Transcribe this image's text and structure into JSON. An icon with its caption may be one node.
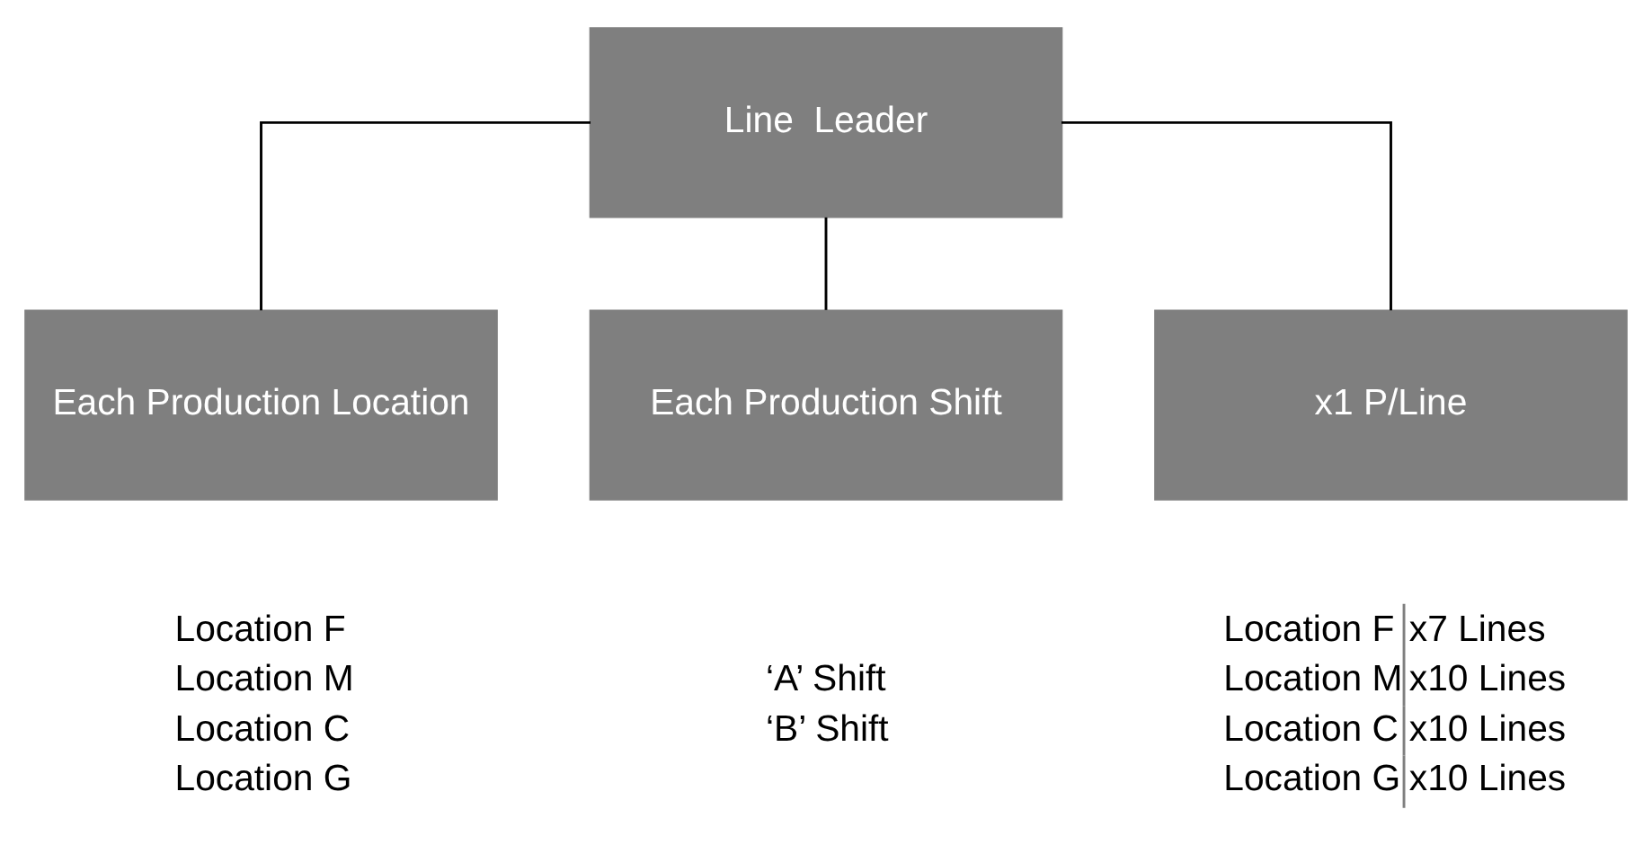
{
  "diagram": {
    "nodes": [
      {
        "text": [
          "Line  Leader"
        ]
      },
      {
        "text": [
          "Each Production Location"
        ],
        "beside": [
          "Location F",
          "Location M",
          "Location C",
          "Location G"
        ]
      },
      {
        "text": [
          "Each Production Shift"
        ],
        "beside": [
          "‘A’ Shift",
          "‘B’ Shift"
        ]
      },
      {
        "text": [
          "x1 P/Line"
        ],
        "beside": [
          "Location F",
          "x7 Lines",
          "Location M",
          "x10 Lines",
          "Location C",
          "x10 Lines",
          "Location G",
          "x10 Lines"
        ]
      }
    ],
    "edges": [
      {
        "from": 0,
        "to": 1,
        "arrow": "none"
      },
      {
        "from": 0,
        "to": 2,
        "arrow": "none"
      },
      {
        "from": 0,
        "to": 3,
        "arrow": "none"
      }
    ]
  }
}
